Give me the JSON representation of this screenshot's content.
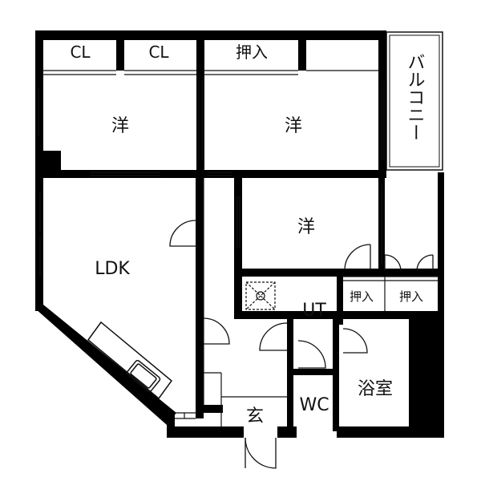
{
  "labels": {
    "cl_left": "CL",
    "cl_right": "CL",
    "closet_top": "押入",
    "room_west": "洋",
    "room_center": "洋",
    "room_middle": "洋",
    "balcony": "バルコニー",
    "ldk": "LDK",
    "ut": "UT",
    "closet_a": "押入",
    "closet_b": "押入",
    "bath": "浴室",
    "wc": "WC",
    "entrance": "玄"
  },
  "colors": {
    "wall": "#000000",
    "line": "#111111",
    "background": "#ffffff"
  }
}
